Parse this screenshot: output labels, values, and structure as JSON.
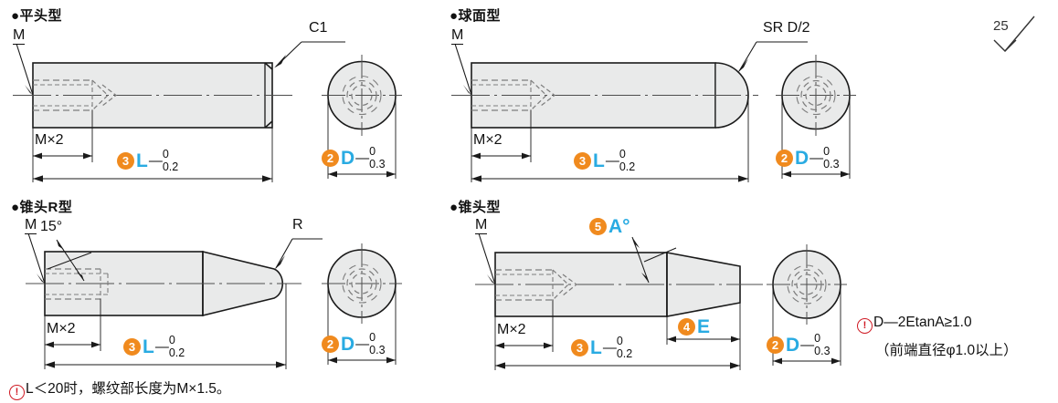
{
  "page": {
    "title": "定位销 形状规格图",
    "bg": "#ffffff",
    "accent_orange": "#f08a1e",
    "accent_blue": "#29abe2",
    "accent_red": "#cf1a24",
    "line_color": "#1a1a1a",
    "body_fill": "#e9eaea"
  },
  "sections": [
    {
      "id": "flat",
      "heading": "●平头型",
      "thread_label": "M",
      "thread_len_label": "M×2",
      "tip_label": "C1",
      "length": {
        "badge": "3",
        "symbol": "L",
        "minus": "—",
        "tol_upper": "0",
        "tol_lower": "0.2"
      },
      "diameter": {
        "badge": "2",
        "symbol": "D",
        "minus": "—",
        "tol_upper": "0",
        "tol_lower": "0.3"
      }
    },
    {
      "id": "spherical",
      "heading": "●球面型",
      "thread_label": "M",
      "thread_len_label": "M×2",
      "tip_label": "SR D/2",
      "length": {
        "badge": "3",
        "symbol": "L",
        "minus": "—",
        "tol_upper": "0",
        "tol_lower": "0.2"
      },
      "diameter": {
        "badge": "2",
        "symbol": "D",
        "minus": "—",
        "tol_upper": "0",
        "tol_lower": "0.3"
      }
    },
    {
      "id": "cone-r",
      "heading": "●锥头R型",
      "thread_label": "M",
      "thread_len_label": "M×2",
      "angle_label": "15°",
      "tip_label": "R",
      "length": {
        "badge": "3",
        "symbol": "L",
        "minus": "—",
        "tol_upper": "0",
        "tol_lower": "0.2"
      },
      "diameter": {
        "badge": "2",
        "symbol": "D",
        "minus": "—",
        "tol_upper": "0",
        "tol_lower": "0.3"
      }
    },
    {
      "id": "cone",
      "heading": "●锥头型",
      "thread_label": "M",
      "thread_len_label": "M×2",
      "angle": {
        "badge": "5",
        "symbol": "A°"
      },
      "taper": {
        "badge": "4",
        "symbol": "E"
      },
      "length": {
        "badge": "3",
        "symbol": "L",
        "minus": "—",
        "tol_upper": "0",
        "tol_lower": "0.2"
      },
      "diameter": {
        "badge": "2",
        "symbol": "D",
        "minus": "—",
        "tol_upper": "0",
        "tol_lower": "0.3"
      }
    }
  ],
  "surface_finish": {
    "value": "25",
    "symbol": "triangle"
  },
  "notes": [
    {
      "id": "note-thread",
      "marker": "!",
      "text": "L＜20时，螺纹部长度为M×1.5。"
    },
    {
      "id": "note-tip-1",
      "marker": "!",
      "text": "D—2EtanA≥1.0"
    },
    {
      "id": "note-tip-2",
      "marker": "",
      "text": "（前端直径φ1.0以上）"
    }
  ]
}
